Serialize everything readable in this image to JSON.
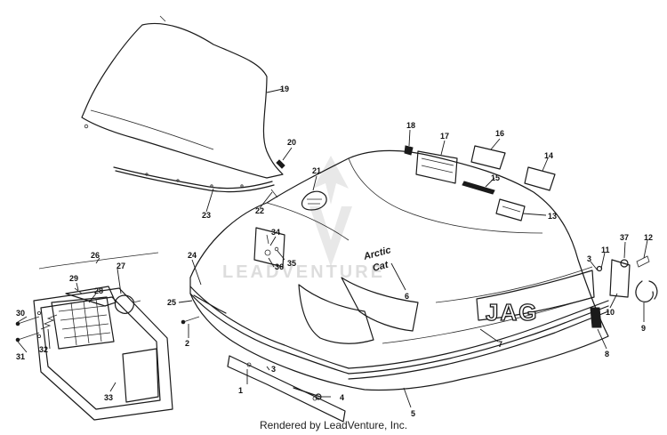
{
  "callouts": [
    {
      "id": "1",
      "label": "1"
    },
    {
      "id": "2",
      "label": "2"
    },
    {
      "id": "3a",
      "label": "3"
    },
    {
      "id": "3b",
      "label": "3"
    },
    {
      "id": "4",
      "label": "4"
    },
    {
      "id": "5",
      "label": "5"
    },
    {
      "id": "6",
      "label": "6"
    },
    {
      "id": "7",
      "label": "7"
    },
    {
      "id": "8",
      "label": "8"
    },
    {
      "id": "9",
      "label": "9"
    },
    {
      "id": "10",
      "label": "10"
    },
    {
      "id": "11",
      "label": "11"
    },
    {
      "id": "12",
      "label": "12"
    },
    {
      "id": "13",
      "label": "13"
    },
    {
      "id": "14",
      "label": "14"
    },
    {
      "id": "15",
      "label": "15"
    },
    {
      "id": "16",
      "label": "16"
    },
    {
      "id": "17",
      "label": "17"
    },
    {
      "id": "18",
      "label": "18"
    },
    {
      "id": "19",
      "label": "19"
    },
    {
      "id": "20",
      "label": "20"
    },
    {
      "id": "21",
      "label": "21"
    },
    {
      "id": "22",
      "label": "22"
    },
    {
      "id": "23",
      "label": "23"
    },
    {
      "id": "24",
      "label": "24"
    },
    {
      "id": "25",
      "label": "25"
    },
    {
      "id": "26",
      "label": "26"
    },
    {
      "id": "27",
      "label": "27"
    },
    {
      "id": "28",
      "label": "28"
    },
    {
      "id": "29",
      "label": "29"
    },
    {
      "id": "30",
      "label": "30"
    },
    {
      "id": "31",
      "label": "31"
    },
    {
      "id": "32",
      "label": "32"
    },
    {
      "id": "33",
      "label": "33"
    },
    {
      "id": "34",
      "label": "34"
    },
    {
      "id": "35",
      "label": "35"
    },
    {
      "id": "36",
      "label": "36"
    },
    {
      "id": "37",
      "label": "37"
    }
  ],
  "decals": {
    "side_name": "JAG",
    "hood_badge_line1": "Arctic",
    "hood_badge_line2": "Cat"
  },
  "watermark": {
    "text": "LEADVENTURE"
  },
  "footer": {
    "credit": "Rendered by LeadVenture, Inc."
  }
}
